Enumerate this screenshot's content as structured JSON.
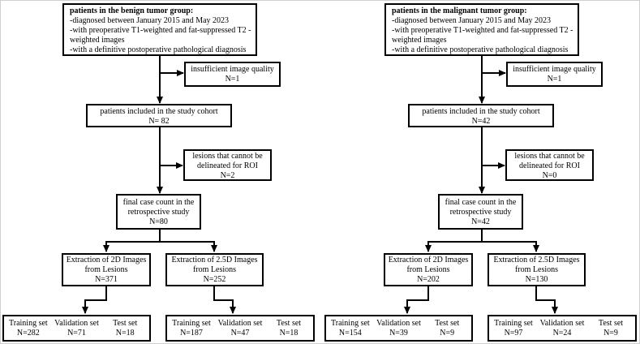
{
  "figure": {
    "background": "#ffffff",
    "line_color": "#000000",
    "text_color": "#000000"
  },
  "panels": [
    {
      "name": "benign",
      "criteria_box": {
        "title": "patients in the benign tumor group:",
        "lines": [
          "-diagnosed between January 2015 and May 2023",
          "-with preoperative T1-weighted and fat-suppressed T2 -",
          "weighted images",
          "-with a definitive postoperative pathological diagnosis"
        ]
      },
      "exclusion_quality": {
        "label": "insufficient image quality",
        "n": "N=1"
      },
      "cohort": {
        "label": "patients included in the study cohort",
        "n": "N= 82"
      },
      "exclusion_roi": {
        "label": "lesions that cannot be delineated for ROI",
        "n": "N=2"
      },
      "final_count": {
        "label": "final case count in the retrospective study",
        "n": "N=80"
      },
      "extraction_2d": {
        "label": "Extraction of 2D Images from Lesions",
        "n": "N=371"
      },
      "extraction_25d": {
        "label": "Extraction of 2.5D Images from Lesions",
        "n": "N=252"
      },
      "split_2d": {
        "training": {
          "label": "Training set",
          "n": "N=282"
        },
        "validation": {
          "label": "Validation set",
          "n": "N=71"
        },
        "test": {
          "label": "Test set",
          "n": "N=18"
        }
      },
      "split_25d": {
        "training": {
          "label": "Training set",
          "n": "N=187"
        },
        "validation": {
          "label": "Validation set",
          "n": "N=47"
        },
        "test": {
          "label": "Test set",
          "n": "N=18"
        }
      }
    },
    {
      "name": "malignant",
      "criteria_box": {
        "title": "patients in the malignant tumor group:",
        "lines": [
          "-diagnosed between January 2015 and May 2023",
          "-with preoperative T1-weighted and fat-suppressed T2 -",
          "weighted images",
          "-with a definitive postoperative pathological diagnosis"
        ]
      },
      "exclusion_quality": {
        "label": "insufficient image quality",
        "n": "N=1"
      },
      "cohort": {
        "label": "patients included in the study cohort",
        "n": "N=42"
      },
      "exclusion_roi": {
        "label": "lesions that cannot be delineated for ROI",
        "n": "N=0"
      },
      "final_count": {
        "label": "final case count in the retrospective study",
        "n": "N=42"
      },
      "extraction_2d": {
        "label": "Extraction of 2D Images from Lesions",
        "n": "N=202"
      },
      "extraction_25d": {
        "label": "Extraction of 2.5D Images from Lesions",
        "n": "N=130"
      },
      "split_2d": {
        "training": {
          "label": "Training set",
          "n": "N=154"
        },
        "validation": {
          "label": "Validation set",
          "n": "N=39"
        },
        "test": {
          "label": "Test set",
          "n": "N=9"
        }
      },
      "split_25d": {
        "training": {
          "label": "Training set",
          "n": "N=97"
        },
        "validation": {
          "label": "Validation set",
          "n": "N=24"
        },
        "test": {
          "label": "Test set",
          "n": "N=9"
        }
      }
    }
  ]
}
